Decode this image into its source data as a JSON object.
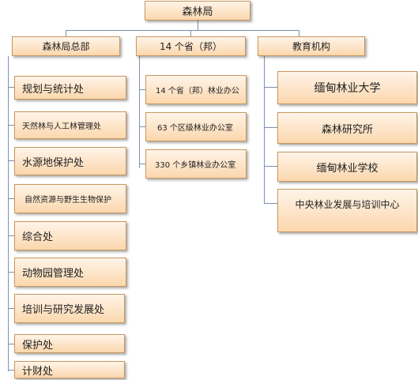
{
  "root": {
    "label": "森林局"
  },
  "headquarters": {
    "label": "森林局总部",
    "items": [
      {
        "label": "规划与统计处"
      },
      {
        "label": "天然林与人工林管理处"
      },
      {
        "label": "水源地保护处"
      },
      {
        "label": "自然资源与野生生物保护"
      },
      {
        "label": "综合处"
      },
      {
        "label": "动物园管理处"
      },
      {
        "label": "培训与研究发展处"
      },
      {
        "label": "保护处"
      },
      {
        "label": "计财处"
      }
    ]
  },
  "states": {
    "label": "14 个省（邦）",
    "items": [
      {
        "label": "14 个省（邦）林业办公"
      },
      {
        "label": "63 个区级林业办公室"
      },
      {
        "label": "330 个乡镇林业办公室"
      }
    ]
  },
  "education": {
    "label": "教育机构",
    "items": [
      {
        "label": "缅甸林业大学"
      },
      {
        "label": "森林研究所"
      },
      {
        "label": "缅甸林业学校"
      },
      {
        "label": "中央林业发展与培训中心"
      }
    ]
  }
}
